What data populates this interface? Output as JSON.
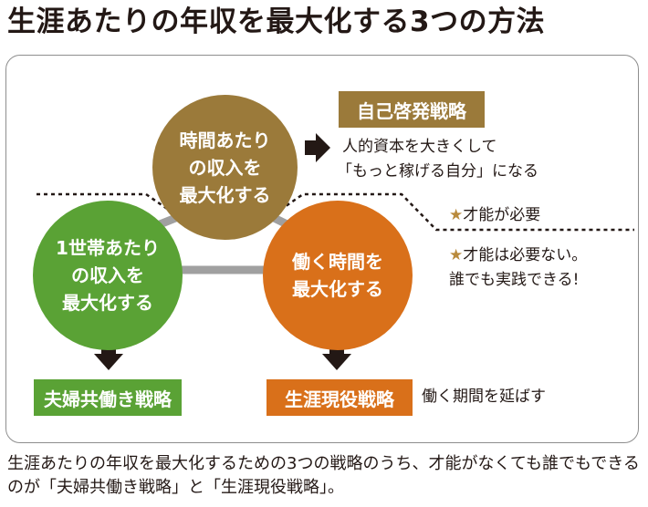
{
  "title": "生涯あたりの年収を最大化する3つの方法",
  "circles": {
    "top": "時間あたり\nの収入を\n最大化する",
    "left": "1世帯あたり\nの収入を\n最大化する",
    "right": "働く時間を\n最大化する"
  },
  "strategies": {
    "self": "自己啓発戦略",
    "couple": "夫婦共働き戦略",
    "career": "生涯現役戦略"
  },
  "descriptions": {
    "self_line1": "人的資本を大きくして",
    "self_line2": "「もっと稼げる自分」になる",
    "career": "働く期間を延ばす"
  },
  "notes": {
    "star": "★",
    "talent_required": "才能が必要",
    "talent_not_required_1": "才能は必要ない。",
    "talent_not_required_2": "誰でも実践できる!"
  },
  "caption": "生涯あたりの年収を最大化するための3つの戦略のうち、才能がなくても誰でもできるのが「夫婦共働き戦略」と「生涯現役戦略」。",
  "colors": {
    "brown": "#9b7a3a",
    "green": "#5aa235",
    "orange": "#d9701a",
    "connector": "#a0a0a0"
  }
}
